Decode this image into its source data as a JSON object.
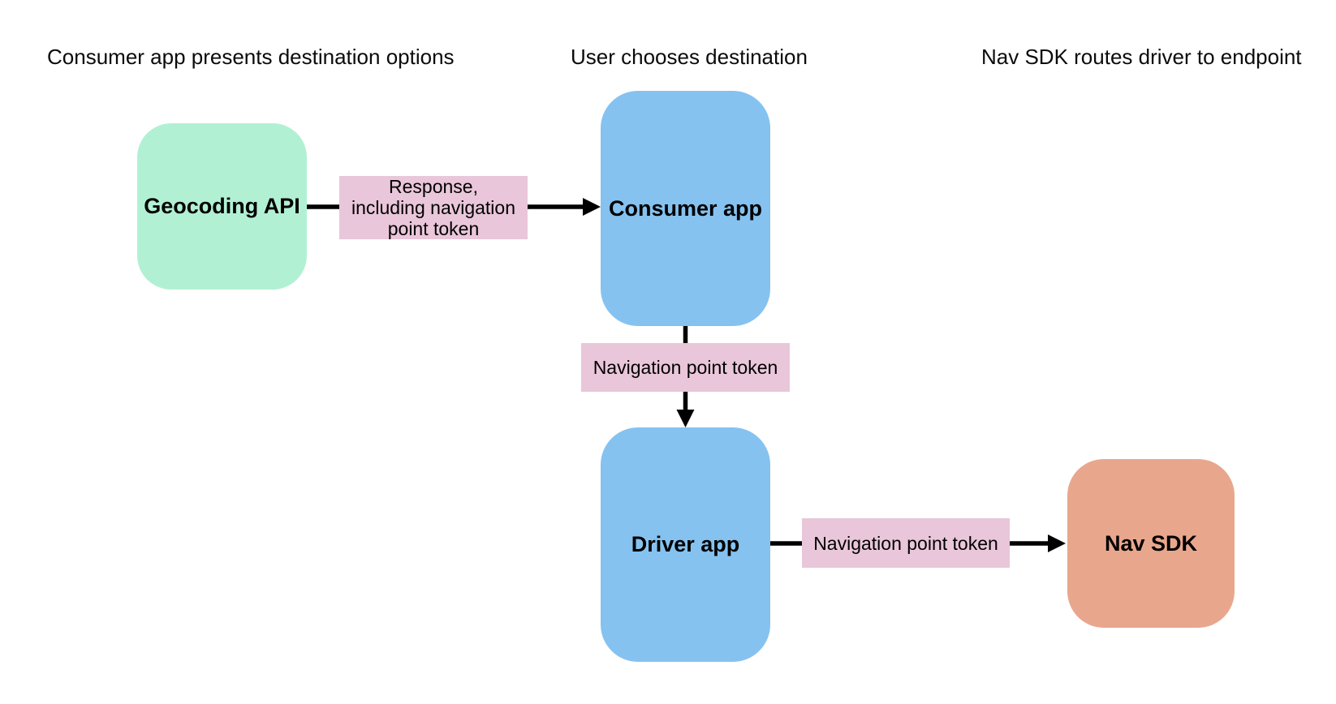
{
  "diagram": {
    "headers": [
      {
        "text": "Consumer app presents destination options"
      },
      {
        "text": "User chooses destination"
      },
      {
        "text": "Nav SDK routes driver to endpoint"
      }
    ],
    "nodes": {
      "geocoding_api": {
        "label": "Geocoding API",
        "fill": "#b2f0d4"
      },
      "consumer_app": {
        "label": "Consumer app",
        "fill": "#85c2f0"
      },
      "driver_app": {
        "label": "Driver app",
        "fill": "#85c2f0"
      },
      "nav_sdk": {
        "label": "Nav SDK",
        "fill": "#e8a78d"
      }
    },
    "edge_labels": {
      "response": {
        "text": "Response, including navigation point token",
        "fill": "#e9c6da"
      },
      "token_consumer_to_driver": {
        "text": "Navigation point token",
        "fill": "#e9c6da"
      },
      "token_driver_to_navsdk": {
        "text": "Navigation point token",
        "fill": "#e9c6da"
      }
    },
    "colors": {
      "arrow": "#000000",
      "text": "#000000",
      "background": "#ffffff"
    }
  }
}
